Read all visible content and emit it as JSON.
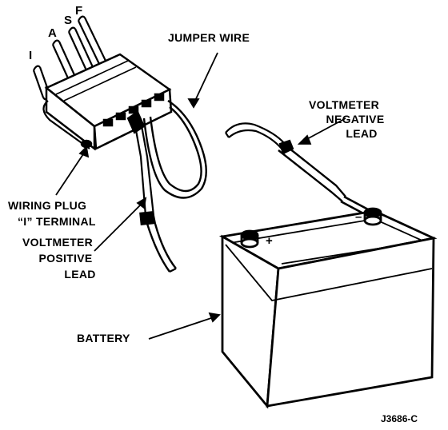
{
  "terminals": {
    "i": "I",
    "a": "A",
    "s": "S",
    "f": "F"
  },
  "labels": {
    "jumper_wire": "JUMPER WIRE",
    "voltmeter_negative": [
      "VOLTMETER",
      "NEGATIVE",
      "LEAD"
    ],
    "wiring_plug": [
      "WIRING PLUG",
      "“I” TERMINAL"
    ],
    "voltmeter_positive": [
      "VOLTMETER",
      "POSITIVE",
      "LEAD"
    ],
    "battery": "BATTERY"
  },
  "battery_marks": {
    "positive": "+",
    "negative": "–"
  },
  "figure_code": "J3686-C",
  "colors": {
    "ink": "#000000",
    "paper": "#ffffff"
  }
}
